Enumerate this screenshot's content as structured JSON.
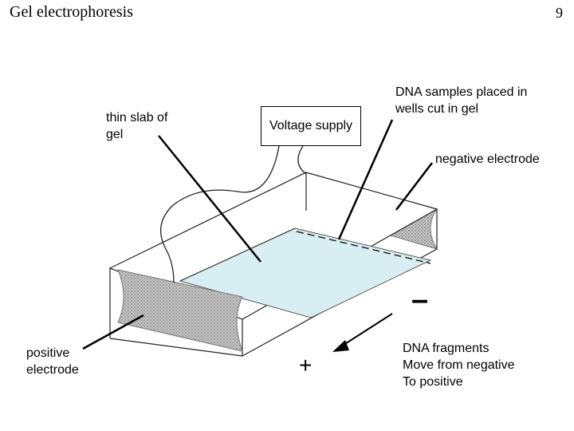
{
  "header": {
    "title": "Gel electrophoresis",
    "page_number": "9"
  },
  "labels": {
    "thin_slab": "thin slab of\ngel",
    "voltage_supply": "Voltage supply",
    "dna_samples": "DNA samples placed in\nwells cut in gel",
    "negative_electrode": "negative electrode",
    "positive_electrode": "positive\nelectrode",
    "dna_fragments": "DNA fragments\nMove from negative\nTo positive",
    "minus_sign": "–",
    "plus_sign": "+"
  },
  "colors": {
    "gel": "#d9eef2",
    "electrode": "#b0b0b0",
    "outline": "#000000"
  }
}
